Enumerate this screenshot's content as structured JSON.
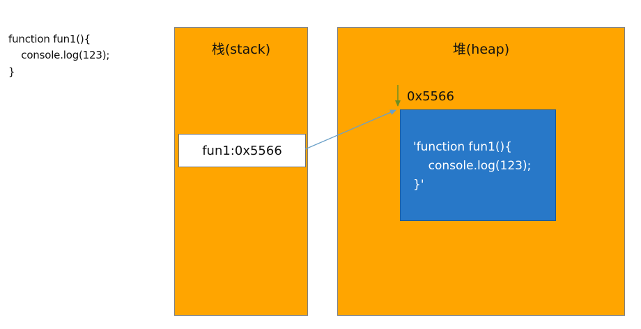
{
  "source_code": {
    "lines": [
      "function fun1(){",
      "    console.log(123);",
      "}"
    ]
  },
  "stack": {
    "title": "栈(stack)",
    "entry": "fun1:0x5566"
  },
  "heap": {
    "title": "堆(heap)",
    "address": "0x5566",
    "object_lines": [
      "'function fun1(){",
      "    console.log(123);",
      "}'"
    ]
  },
  "colors": {
    "panel": "#FFA500",
    "heap_object": "#2878C8",
    "reference_arrow": "#6AA0C8",
    "address_arrow": "#6B8E23"
  }
}
